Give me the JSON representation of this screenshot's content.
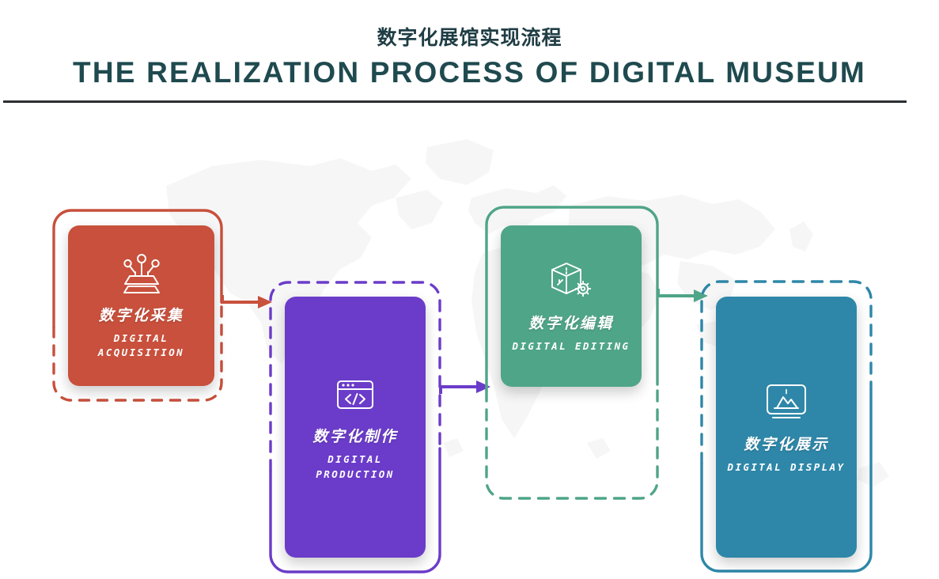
{
  "header": {
    "title_cn": "数字化展馆实现流程",
    "title_en": "THE REALIZATION PROCESS OF DIGITAL MUSEUM"
  },
  "colors": {
    "red": "#C8503C",
    "purple": "#6B3CC9",
    "green": "#4FA587",
    "blue": "#2E87A8",
    "title": "#1f4a4f",
    "rule": "#2b2f33",
    "map": "#efefef"
  },
  "steps": [
    {
      "id": "step-1",
      "cn": "数字化采集",
      "en": "DIGITAL\nACQUISITION",
      "icon": "scanner-icon",
      "color": "#C8503C"
    },
    {
      "id": "step-2",
      "cn": "数字化制作",
      "en": "DIGITAL\nPRODUCTION",
      "icon": "code-window-icon",
      "color": "#6B3CC9"
    },
    {
      "id": "step-3",
      "cn": "数字化编辑",
      "en": "DIGITAL  EDITING",
      "icon": "cube-gear-icon",
      "color": "#4FA587"
    },
    {
      "id": "step-4",
      "cn": "数字化展示",
      "en": "DIGITAL  DISPLAY",
      "icon": "presentation-screen-icon",
      "color": "#2E87A8"
    }
  ],
  "arrows": [
    {
      "id": "arrow-1-2",
      "from": "step-1",
      "to": "step-2",
      "color": "#C8503C"
    },
    {
      "id": "arrow-2-3",
      "from": "step-2",
      "to": "step-3",
      "color": "#6B3CC9"
    },
    {
      "id": "arrow-3-4",
      "from": "step-3",
      "to": "step-4",
      "color": "#4FA587"
    }
  ]
}
